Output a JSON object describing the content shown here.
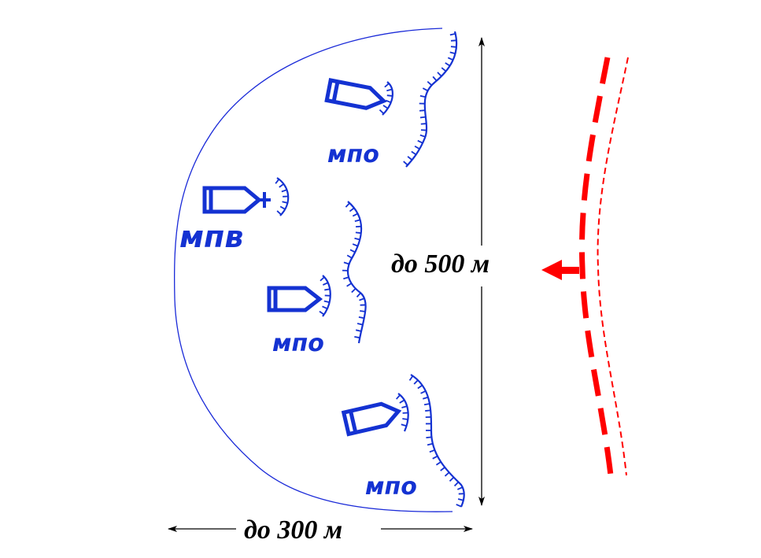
{
  "diagram": {
    "units": [
      {
        "id": "mpo-top",
        "label": "мпо"
      },
      {
        "id": "mpv",
        "label": "мпв"
      },
      {
        "id": "mpo-mid",
        "label": "мпо"
      },
      {
        "id": "mpo-bottom",
        "label": "мпо"
      }
    ],
    "dimensions": {
      "depth_label": "до 300 м",
      "front_label": "до 500 м"
    },
    "colors": {
      "friendly": "#1432d2",
      "enemy": "#ff0000",
      "boundary": "#1a2ad8",
      "dimension": "#000000",
      "background": "#ffffff"
    }
  }
}
